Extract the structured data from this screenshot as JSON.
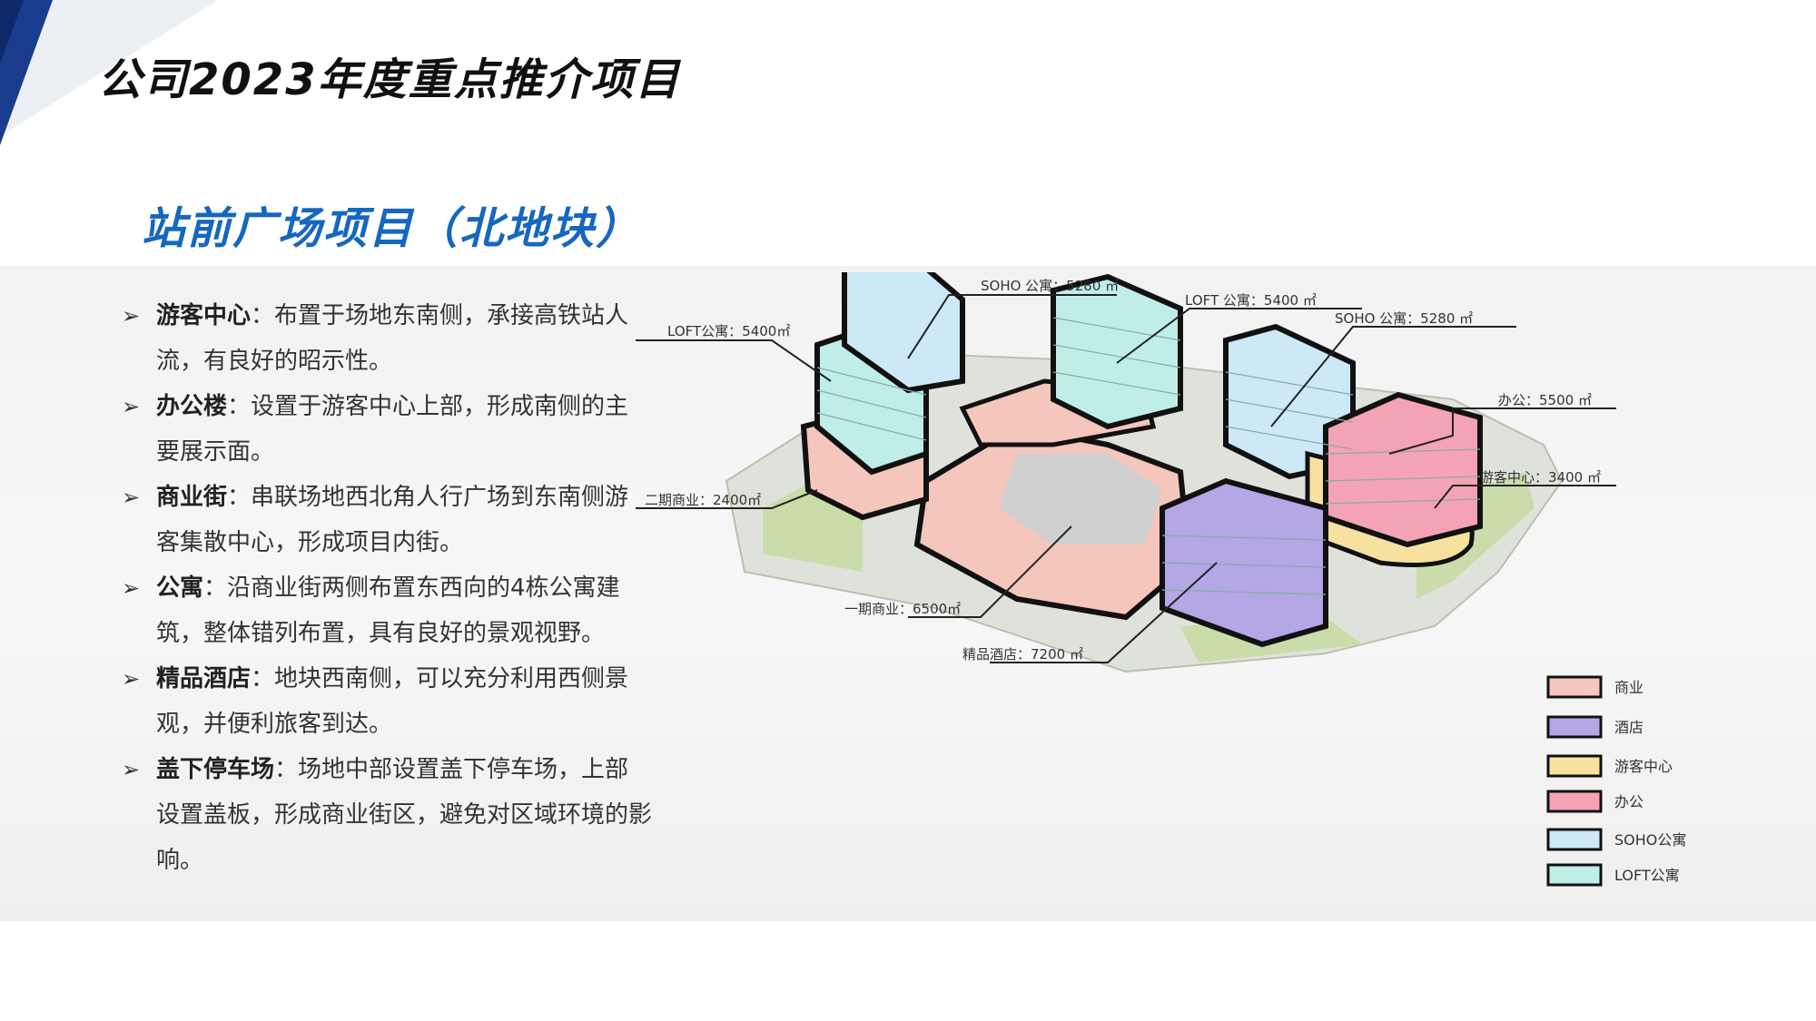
{
  "header": {
    "title": "公司2023年度重点推介项目",
    "subtitle": "站前广场项目（北地块）"
  },
  "bullets": [
    {
      "term": "游客中心",
      "sep": "：",
      "desc": "布置于场地东南侧，承接高铁站人流，有良好的昭示性。"
    },
    {
      "term": "办公楼",
      "sep": "：",
      "desc": "设置于游客中心上部，形成南侧的主要展示面。"
    },
    {
      "term": "商业街",
      "sep": "：",
      "desc": "串联场地西北角人行广场到东南侧游客集散中心，形成项目内街。"
    },
    {
      "term": "公寓",
      "sep": "：",
      "desc": "沿商业街两侧布置东西向的4栋公寓建筑，整体错列布置，具有良好的景观视野。"
    },
    {
      "term": "精品酒店",
      "sep": "：",
      "desc": "地块西南侧，可以充分利用西侧景观，并便利旅客到达。"
    },
    {
      "term": "盖下停车场",
      "sep": "：",
      "desc": "场地中部设置盖下停车场，上部设置盖板，形成商业街区，避免对区域环境的影响。"
    }
  ],
  "diagram_labels": {
    "soho_nw": "SOHO 公寓：5280 ㎡",
    "loft_mid": "LOFT 公寓：5400 ㎡",
    "soho_e": "SOHO 公寓：5280 ㎡",
    "loft_w": "LOFT公寓：5400㎡",
    "office": "办公：5500 ㎡",
    "visitor": "游客中心：3400 ㎡",
    "commerce2": "二期商业：2400㎡",
    "commerce1": "一期商业：6500㎡",
    "hotel": "精品酒店：7200 ㎡"
  },
  "legend": [
    {
      "label": "商业",
      "color": "#f4c6bc"
    },
    {
      "label": "酒店",
      "color": "#b5a6e6"
    },
    {
      "label": "游客中心",
      "color": "#f6e29e"
    },
    {
      "label": "办公",
      "color": "#f4a3b4"
    },
    {
      "label": "SOHO公寓",
      "color": "#cde8f6"
    },
    {
      "label": "LOFT公寓",
      "color": "#bfeee8"
    }
  ]
}
